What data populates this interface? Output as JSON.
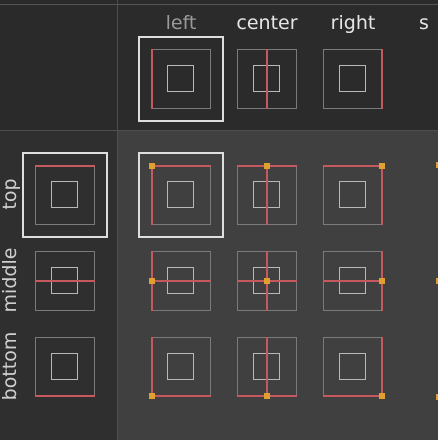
{
  "columns": {
    "left": "left",
    "center": "center",
    "right": "right",
    "stretch_partial": "s"
  },
  "rows": {
    "top": "top",
    "middle": "middle",
    "bottom": "bottom"
  },
  "colors": {
    "guide": "#c5595f",
    "anchor": "#e0a030",
    "selection": "#dedede"
  },
  "selected": {
    "column": "left",
    "row": "top"
  }
}
